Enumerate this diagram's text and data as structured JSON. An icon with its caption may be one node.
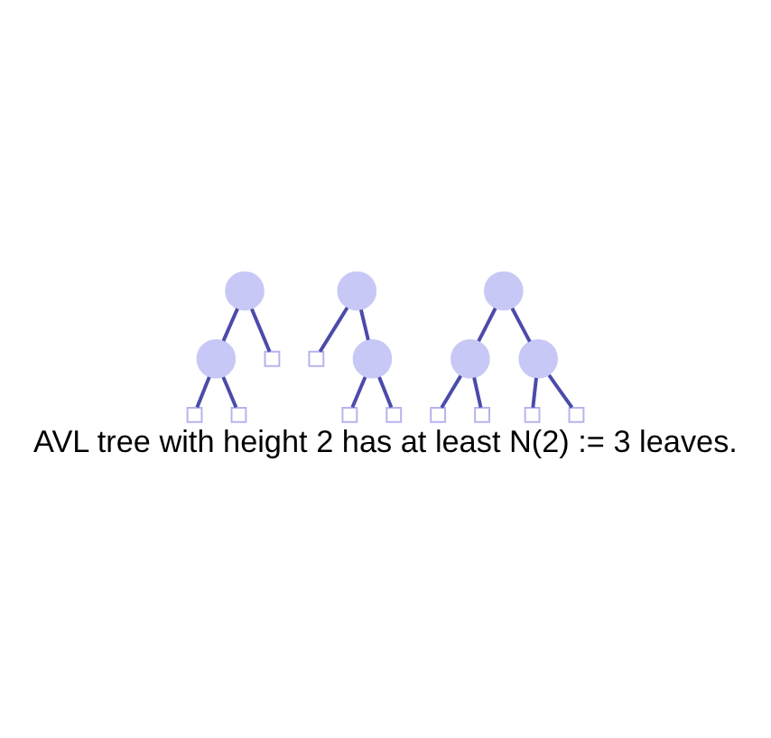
{
  "diagram": {
    "caption": "AVL tree with height 2 has at least N(2) := 3 leaves.",
    "nodes": [
      {
        "text": [],
        "shape": "circle"
      },
      {
        "text": [],
        "shape": "circle"
      },
      {
        "text": [],
        "shape": "box"
      },
      {
        "text": [],
        "shape": "box"
      },
      {
        "text": [],
        "shape": "box"
      },
      {
        "text": [],
        "shape": "circle"
      },
      {
        "text": [],
        "shape": "box"
      },
      {
        "text": [],
        "shape": "circle"
      },
      {
        "text": [],
        "shape": "box"
      },
      {
        "text": [],
        "shape": "box"
      },
      {
        "text": [],
        "shape": "circle"
      },
      {
        "text": [],
        "shape": "circle"
      },
      {
        "text": [],
        "shape": "circle"
      },
      {
        "text": [],
        "shape": "box"
      },
      {
        "text": [],
        "shape": "box"
      },
      {
        "text": [],
        "shape": "box"
      },
      {
        "text": [],
        "shape": "box"
      }
    ],
    "edges": [
      {
        "from": 0,
        "to": 1,
        "arrow": "none"
      },
      {
        "from": 0,
        "to": 2,
        "arrow": "none"
      },
      {
        "from": 1,
        "to": 3,
        "arrow": "none"
      },
      {
        "from": 1,
        "to": 4,
        "arrow": "none"
      },
      {
        "from": 5,
        "to": 6,
        "arrow": "none"
      },
      {
        "from": 5,
        "to": 7,
        "arrow": "none"
      },
      {
        "from": 7,
        "to": 8,
        "arrow": "none"
      },
      {
        "from": 7,
        "to": 9,
        "arrow": "none"
      },
      {
        "from": 10,
        "to": 11,
        "arrow": "none"
      },
      {
        "from": 10,
        "to": 12,
        "arrow": "none"
      },
      {
        "from": 11,
        "to": 13,
        "arrow": "none"
      },
      {
        "from": 11,
        "to": 14,
        "arrow": "none"
      },
      {
        "from": 12,
        "to": 15,
        "arrow": "none"
      },
      {
        "from": 12,
        "to": 16,
        "arrow": "none"
      }
    ]
  }
}
